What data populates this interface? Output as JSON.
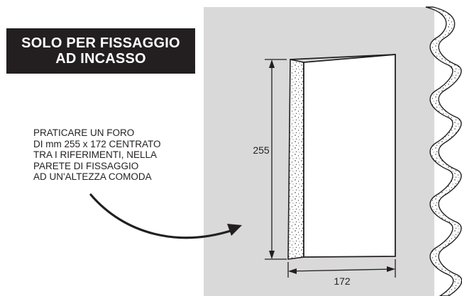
{
  "title": {
    "line1": "SOLO PER FISSAGGIO",
    "line2": "AD INCASSO"
  },
  "instructions": [
    "PRATICARE UN FORO",
    "DI mm 255 x 172 CENTRATO",
    "TRA I RIFERIMENTI, NELLA",
    "PARETE DI FISSAGGIO",
    "AD UN'ALTEZZA COMODA"
  ],
  "dimensions": {
    "height": "255",
    "width": "172"
  },
  "colors": {
    "wall": "#d9d9d9",
    "ink": "#231f20",
    "title_bg": "#231f20",
    "title_text": "#ffffff"
  }
}
